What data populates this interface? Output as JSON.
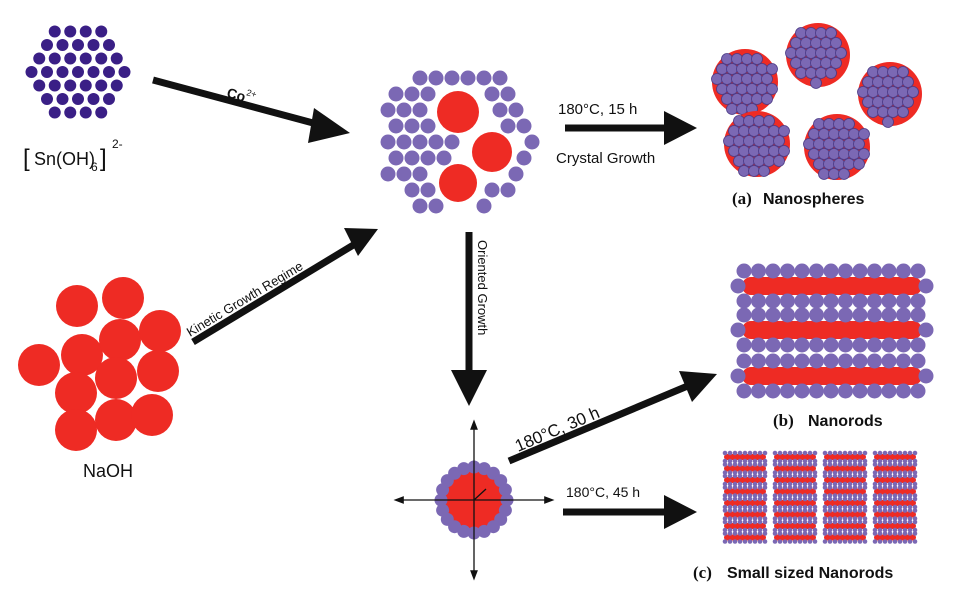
{
  "labels": {
    "co_ion": "Co",
    "co_charge": "2+",
    "tin_formula_main": "Sn(OH)",
    "tin_formula_sub": "6",
    "tin_formula_charge": "2-",
    "naoh": "NaOH",
    "kinetic": "Kinetic Growth Regime",
    "oriented": "Oriented Growth",
    "cond_a": "180°C, 15 h",
    "crystal_growth": "Crystal Growth",
    "cond_b": "180°C, 30 h",
    "cond_c": "180°C, 45 h"
  },
  "captions": {
    "a_tag": "(a)",
    "a_text": "Nanospheres",
    "b_tag": "(b)",
    "b_text": "Nanorods",
    "c_tag": "(c)",
    "c_text": "Small sized Nanorods"
  },
  "colors": {
    "red": "#ee2b24",
    "purple": "#7b68b4",
    "dark_purple": "#3a1f86",
    "arrow": "#111111"
  }
}
